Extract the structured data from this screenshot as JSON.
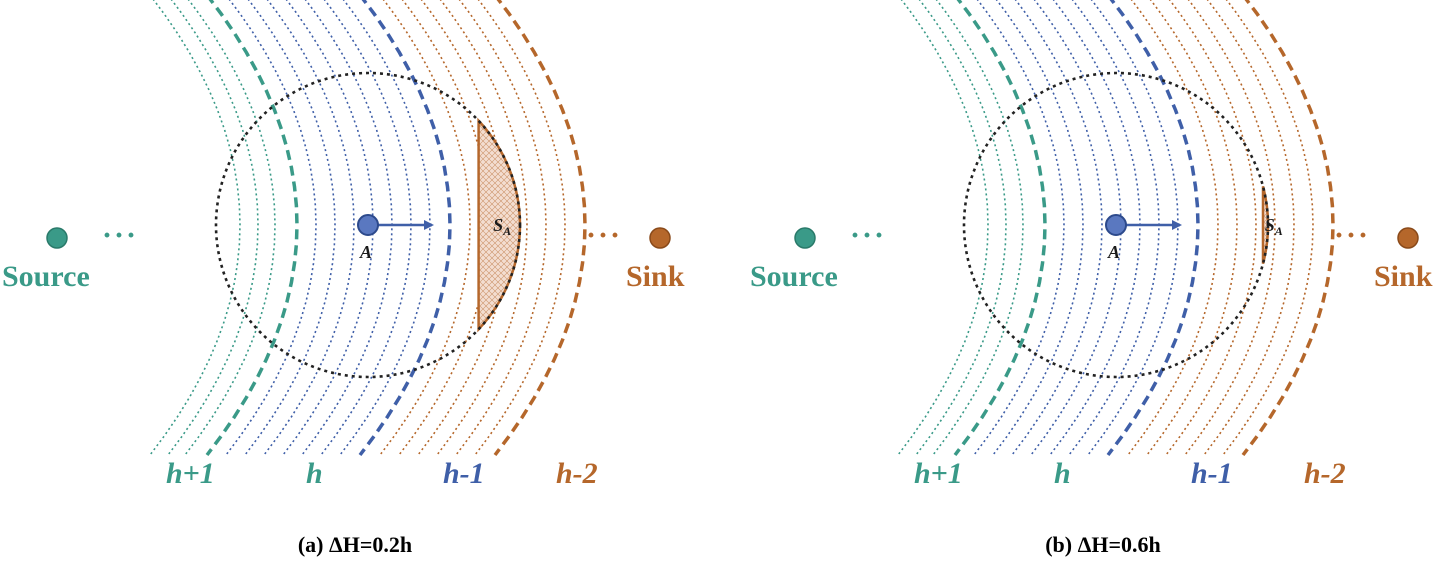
{
  "colors": {
    "teal": "#3a9a88",
    "blue": "#3f5fa8",
    "brown": "#b5672b",
    "circle": "#222222",
    "point": "#5a78c0"
  },
  "panels": [
    {
      "caption": "(a) ΔH=0.2h",
      "source_label": "Source",
      "sink_label": "Sink",
      "dots_left": "···",
      "dots_right": "···",
      "point_label": "A",
      "area_label": "S",
      "area_subscript": "A",
      "levels": [
        "h+1",
        "h",
        "h-1",
        "h-2"
      ],
      "delta_h_fraction": 0.2
    },
    {
      "caption": "(b) ΔH=0.6h",
      "source_label": "Source",
      "sink_label": "Sink",
      "dots_left": "···",
      "dots_right": "···",
      "point_label": "A",
      "area_label": "S",
      "area_subscript": "A",
      "levels": [
        "h+1",
        "h",
        "h-1",
        "h-2"
      ],
      "delta_h_fraction": 0.6
    }
  ]
}
